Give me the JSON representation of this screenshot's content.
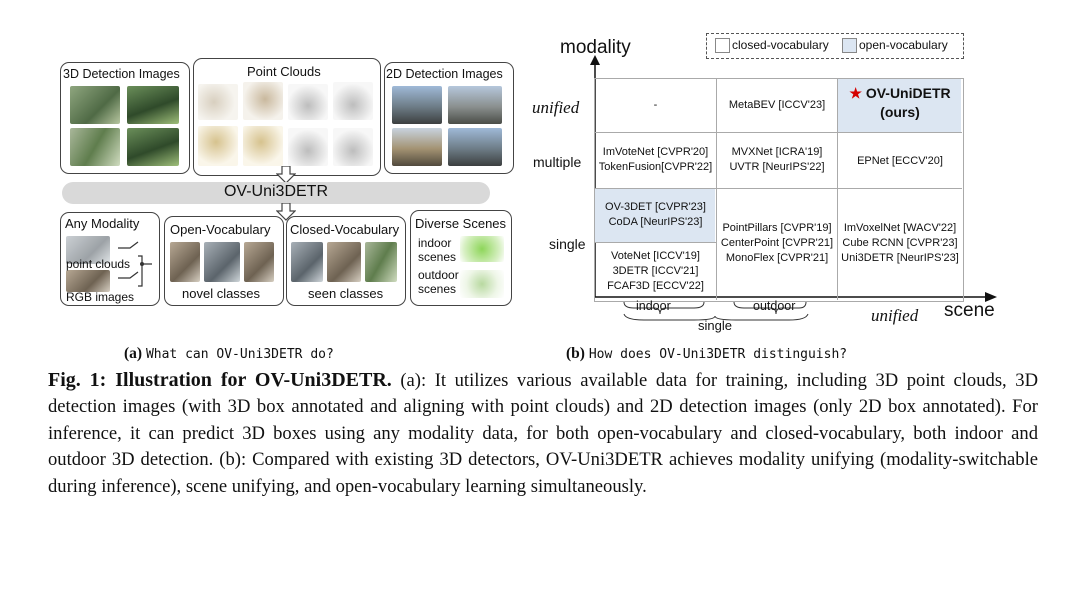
{
  "left_panel": {
    "detection3d_title": "3D Detection Images",
    "point_clouds_title": "Point Clouds",
    "detection2d_title": "2D Detection Images",
    "banner": "OV-Uni3DETR",
    "any_modality_title": "Any Modality",
    "point_clouds_label": "point clouds",
    "rgb_images_label": "RGB images",
    "open_vocab_title": "Open-Vocabulary",
    "novel_classes": "novel classes",
    "closed_vocab_title": "Closed-Vocabulary",
    "seen_classes": "seen classes",
    "diverse_scenes_title": "Diverse Scenes",
    "indoor_scenes": [
      "indoor",
      "scenes"
    ],
    "outdoor_scenes": [
      "outdoor",
      "scenes"
    ]
  },
  "right_panel": {
    "y_axis_label": "modality",
    "x_axis_label": "scene",
    "legend": {
      "closed": "closed-vocabulary",
      "open": "open-vocabulary"
    },
    "rows": {
      "unified": "unified",
      "multiple": "multiple",
      "single": "single"
    },
    "x_ticks": {
      "indoor": "indoor",
      "outdoor": "outdoor",
      "single": "single",
      "unified": "unified"
    },
    "cells": {
      "unified_indoor": "-",
      "unified_outdoor": "MetaBEV [ICCV'23]",
      "unified_unified_star": "★",
      "unified_unified_line1": "OV-UniDETR",
      "unified_unified_line2": "(ours)",
      "multiple_indoor": [
        "ImVoteNet [CVPR'20]",
        "TokenFusion[CVPR'22]"
      ],
      "multiple_outdoor": [
        "MVXNet [ICRA'19]",
        "UVTR [NeurIPS'22]"
      ],
      "multiple_unified": "EPNet [ECCV'20]",
      "single_indoor_open": [
        "OV-3DET [CVPR'23]",
        "CoDA [NeurIPS'23]"
      ],
      "single_indoor_closed": [
        "VoteNet [ICCV'19]",
        "3DETR [ICCV'21]",
        "FCAF3D [ECCV'22]"
      ],
      "single_outdoor": [
        "PointPillars [CVPR'19]",
        "CenterPoint [CVPR'21]",
        "MonoFlex [CVPR'21]"
      ],
      "single_unified": [
        "ImVoxelNet [WACV'22]",
        "Cube RCNN [CVPR'23]",
        "Uni3DETR [NeurIPS'23]"
      ]
    },
    "colors": {
      "open_fill": "#dce6f2",
      "closed_fill": "#ffffff",
      "star": "#d40000"
    }
  },
  "subcaptions": {
    "a_label": "(a)",
    "a_text": "What can OV-Uni3DETR do?",
    "b_label": "(b)",
    "b_text": "How does OV-Uni3DETR distinguish?"
  },
  "caption": {
    "bold": "Fig. 1: Illustration for OV-Uni3DETR.",
    "text": "(a): It utilizes various available data for training, including 3D point clouds, 3D detection images (with 3D box annotated and aligning with point clouds) and 2D detection images (only 2D box annotated). For inference, it can predict 3D boxes using any modality data, for both open-vocabulary and closed-vocabulary, both indoor and outdoor 3D detection. (b): Compared with existing 3D detectors, OV-Uni3DETR achieves modality unifying (modality-switchable during inference), scene unifying, and open-vocabulary learning simultaneously."
  }
}
